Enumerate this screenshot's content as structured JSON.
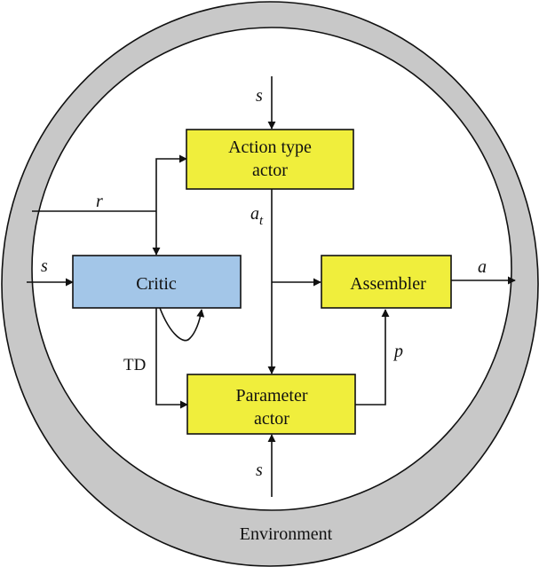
{
  "environment": {
    "label": "Environment",
    "ring_color": "#c8c8c8",
    "inner_color": "#ffffff"
  },
  "blocks": {
    "action_type_actor": {
      "line1": "Action type",
      "line2": "actor",
      "color": "#f0ee3c"
    },
    "parameter_actor": {
      "line1": "Parameter",
      "line2": "actor",
      "color": "#f0ee3c"
    },
    "assembler": {
      "label": "Assembler",
      "color": "#f0ee3c"
    },
    "critic": {
      "label": "Critic",
      "color": "#a3c6e8"
    }
  },
  "signals": {
    "s_top": "s",
    "s_left": "s",
    "s_bottom": "s",
    "r": "r",
    "a_t_main": "a",
    "a_t_sub": "t",
    "a": "a",
    "p": "p",
    "td": "TD"
  }
}
